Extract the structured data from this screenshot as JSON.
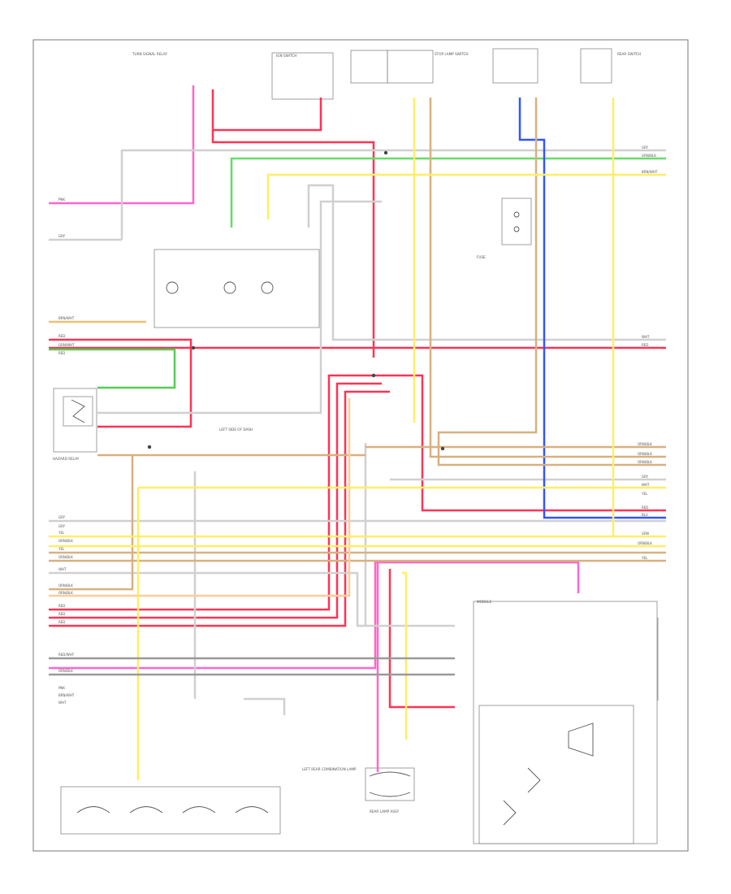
{
  "diagram": {
    "page_id": "",
    "left_wire_labels": [
      "PNK",
      "GRY",
      "BRN/WHT",
      "RED",
      "GRN/WHT",
      "RED",
      "GRY",
      "GRY",
      "YEL",
      "ORN/BLK",
      "YEL",
      "ORN/BLK",
      "WHT",
      "ORN/BLK",
      "ORN/BLK",
      "RED",
      "RED",
      "RED",
      "RED/WHT",
      "ORN/BLK",
      "PNK",
      "BRN/WHT",
      "WHT"
    ],
    "right_wire_labels": [
      "GRY",
      "GRN/BLK",
      "BRN/WHT",
      "WHT",
      "RED",
      "ORN/BLK",
      "ORN/BLK",
      "ORN/BLK",
      "GRY",
      "WHT",
      "YEL",
      "RED",
      "BLU",
      "GRN",
      "ORN/BLK",
      "YEL"
    ],
    "relay_labels": {
      "turn_relay": "TURN SIGNAL RELAY",
      "ignition": "IGN SWITCH",
      "stop_sw": "STOP LAMP SWITCH",
      "rear_sw": "REAR SWITCH",
      "fuse": "FUSE",
      "left_dome": "LEFT SIDE OF DASH",
      "hazard": "HAZARD RELAY",
      "module": "MODULE",
      "left_rear": "LEFT REAR COMBINATION LAMP",
      "rear_assy": "REAR LAMP ASSY"
    }
  }
}
